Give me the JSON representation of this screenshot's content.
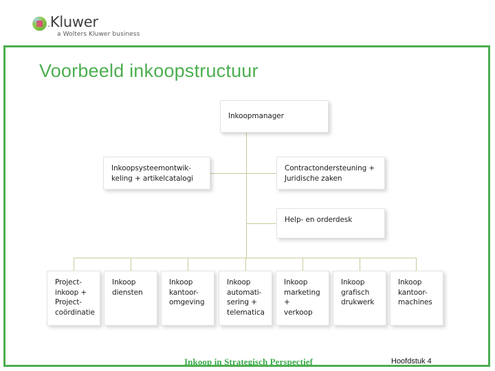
{
  "brand": {
    "logo_icon": "kluwer-globe-icon",
    "name": "Kluwer",
    "name_prefix": ".",
    "tagline": "a Wolters Kluwer business"
  },
  "slide": {
    "title": "Voorbeeld inkoopstructuur",
    "frame_color": "#4caf50",
    "title_color": "#4caf50"
  },
  "chart_data": {
    "type": "diagram",
    "diagram_kind": "organization-chart",
    "title": "Voorbeeld inkoopstructuur",
    "connector_color": "#c9ca9b",
    "node_fill": "#ffffff",
    "node_border": "#e3e3e0",
    "root": "Inkoopmanager",
    "nodes": [
      {
        "id": "n0",
        "label": "Inkoopmanager",
        "level": 0,
        "side": "center"
      },
      {
        "id": "n1",
        "label": "Inkoopsysteemontwik-\nkeling + artikelcatalogi",
        "level": 1,
        "side": "left"
      },
      {
        "id": "n2",
        "label": "Contractondersteuning +\nJuridische zaken",
        "level": 1,
        "side": "right"
      },
      {
        "id": "n3",
        "label": "Help- en orderdesk",
        "level": 2,
        "side": "right"
      },
      {
        "id": "n4",
        "label": "Project-\ninkoop +\nProject-\ncoördinatie",
        "level": 3,
        "side": "bottom"
      },
      {
        "id": "n5",
        "label": "Inkoop\ndiensten",
        "level": 3,
        "side": "bottom"
      },
      {
        "id": "n6",
        "label": "Inkoop\nkantoor-\nomgeving",
        "level": 3,
        "side": "bottom"
      },
      {
        "id": "n7",
        "label": "Inkoop\nautomati-\nsering +\ntelematica",
        "level": 3,
        "side": "bottom"
      },
      {
        "id": "n8",
        "label": "Inkoop\nmarketing +\nverkoop",
        "level": 3,
        "side": "bottom"
      },
      {
        "id": "n9",
        "label": "Inkoop\ngrafisch\ndrukwerk",
        "level": 3,
        "side": "bottom"
      },
      {
        "id": "n10",
        "label": "Inkoop\nkantoor-\nmachines",
        "level": 3,
        "side": "bottom"
      }
    ],
    "edges": [
      {
        "from": "n0",
        "to": "n1"
      },
      {
        "from": "n0",
        "to": "n2"
      },
      {
        "from": "n0",
        "to": "n3"
      },
      {
        "from": "n0",
        "to": "n4"
      },
      {
        "from": "n0",
        "to": "n5"
      },
      {
        "from": "n0",
        "to": "n6"
      },
      {
        "from": "n0",
        "to": "n7"
      },
      {
        "from": "n0",
        "to": "n8"
      },
      {
        "from": "n0",
        "to": "n9"
      },
      {
        "from": "n0",
        "to": "n10"
      }
    ]
  },
  "footer": {
    "book_title": "Inkoop in Strategisch Perspectief",
    "chapter": "Hoofdstuk 4",
    "book_title_color": "#3caa4b"
  }
}
